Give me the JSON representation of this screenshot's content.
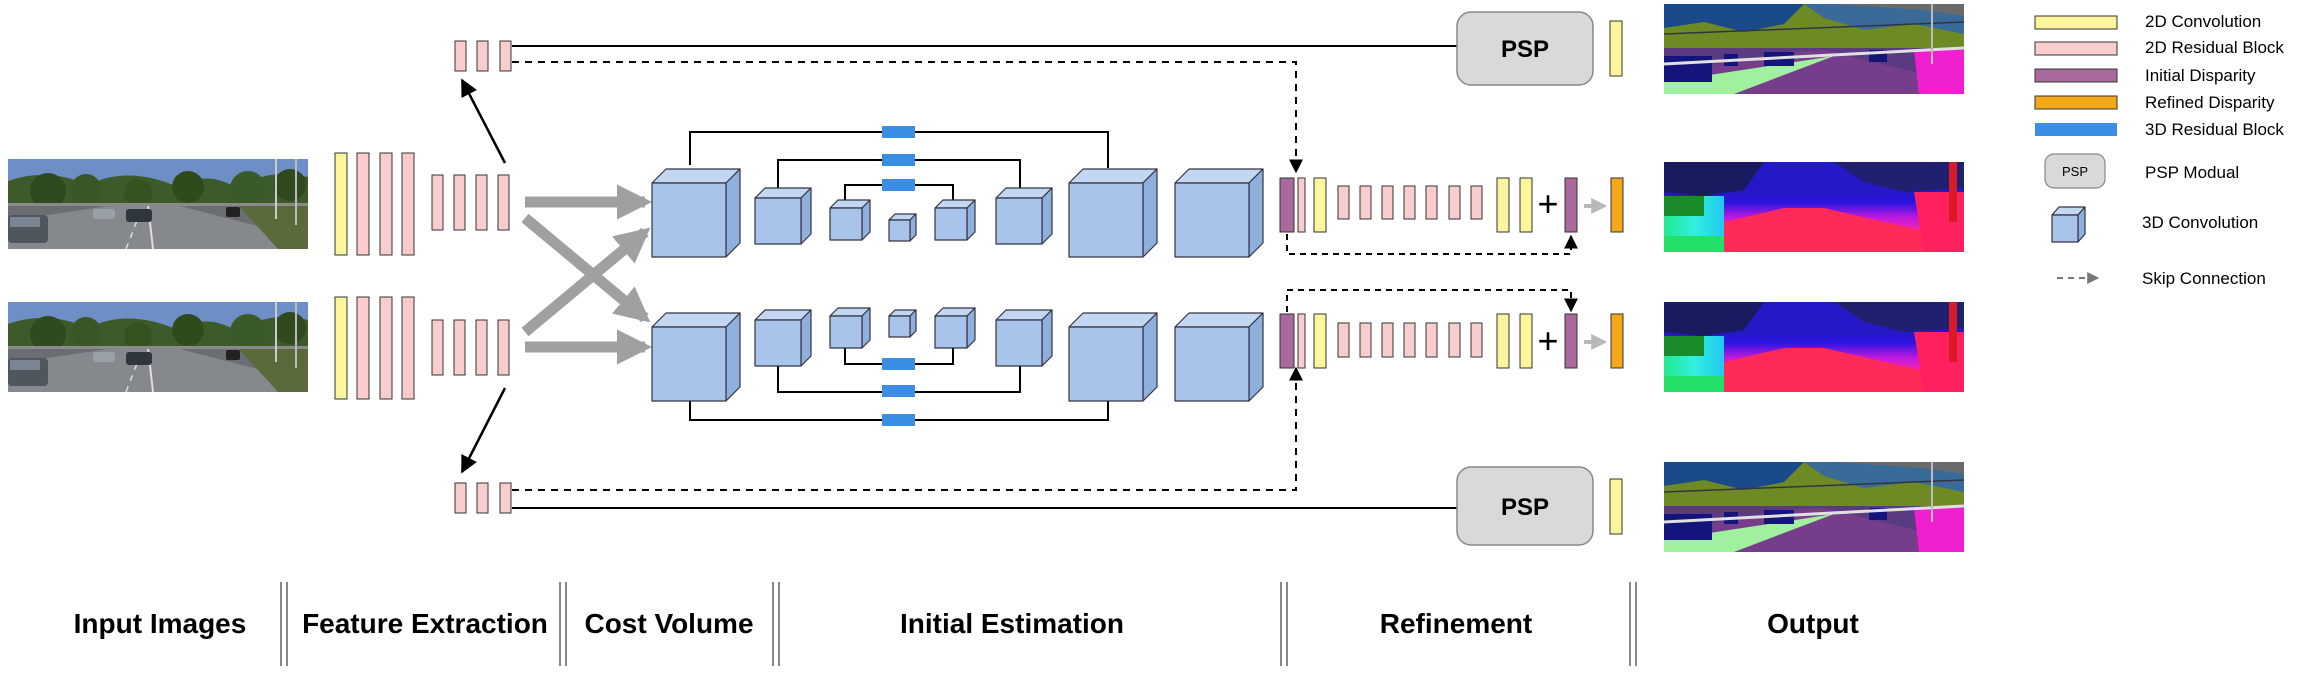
{
  "sections": {
    "input": "Input Images",
    "feature": "Feature Extraction",
    "cost": "Cost Volume",
    "initial": "Initial Estimation",
    "refinement": "Refinement",
    "output": "Output"
  },
  "psp_label": "PSP",
  "plus_sign": "+",
  "legend": {
    "conv2d": "2D Convolution",
    "res2d": "2D Residual Block",
    "init_disp": "Initial Disparity",
    "refined_disp": "Refined Disparity",
    "res3d": "3D Residual Block",
    "psp_small": "PSP",
    "psp_modual": "PSP Modual",
    "conv3d": "3D Convolution",
    "skip": "Skip Connection"
  },
  "colors": {
    "conv2d": "#fbf59c",
    "res2d": "#f9cdcd",
    "init_disp": "#a9699c",
    "refined_disp": "#f4a818",
    "res3d": "#3b8ee4",
    "conv3d_front": "#a9c4ea",
    "conv3d_top": "#c3d6f2",
    "conv3d_side": "#8fb0dc",
    "psp": "#d9d9d9",
    "arrow_gray": "#a0a0a0"
  }
}
